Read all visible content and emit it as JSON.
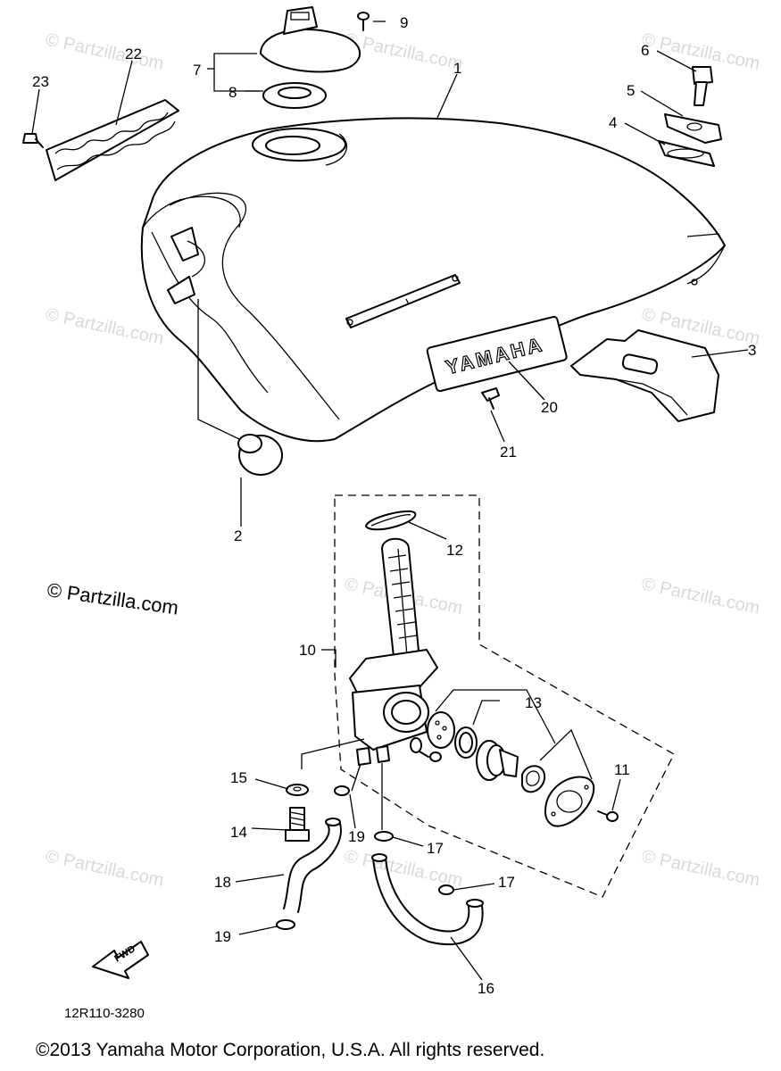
{
  "callouts": {
    "c1": "1",
    "c2": "2",
    "c3": "3",
    "c4": "4",
    "c5": "5",
    "c6": "6",
    "c7": "7",
    "c8": "8",
    "c9": "9",
    "c10": "10",
    "c11": "11",
    "c12": "12",
    "c13": "13",
    "c14": "14",
    "c15": "15",
    "c16": "16",
    "c17a": "17",
    "c17b": "17",
    "c18": "18",
    "c19a": "19",
    "c19b": "19",
    "c20": "20",
    "c21": "21",
    "c22": "22",
    "c23": "23"
  },
  "emblem_text": "YAMAHA",
  "direction_label": "FWD",
  "diagram_code": "12R110-3280",
  "watermark_main": "© Partzilla.com",
  "watermark_faint": "© Partzilla.com",
  "copyright": "©2013  Yamaha Motor Corporation, U.S.A. All rights reserved."
}
